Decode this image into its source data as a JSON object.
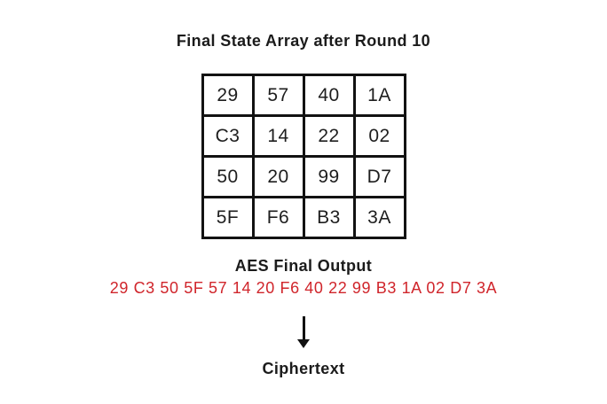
{
  "title": "Final State Array after Round 10",
  "state_array": {
    "rows": [
      [
        "29",
        "57",
        "40",
        "1A"
      ],
      [
        "C3",
        "14",
        "22",
        "02"
      ],
      [
        "50",
        "20",
        "99",
        "D7"
      ],
      [
        "5F",
        "F6",
        "B3",
        "3A"
      ]
    ]
  },
  "output": {
    "label": "AES Final Output",
    "value": "29 C3 50 5F 57 14 20 F6 40 22 99 B3 1A 02 D7 3A",
    "color": "#D0252B"
  },
  "ciphertext_label": "Ciphertext",
  "colors": {
    "text": "#1b1b1b",
    "grid_border": "#121212",
    "output_red": "#D0252B"
  }
}
